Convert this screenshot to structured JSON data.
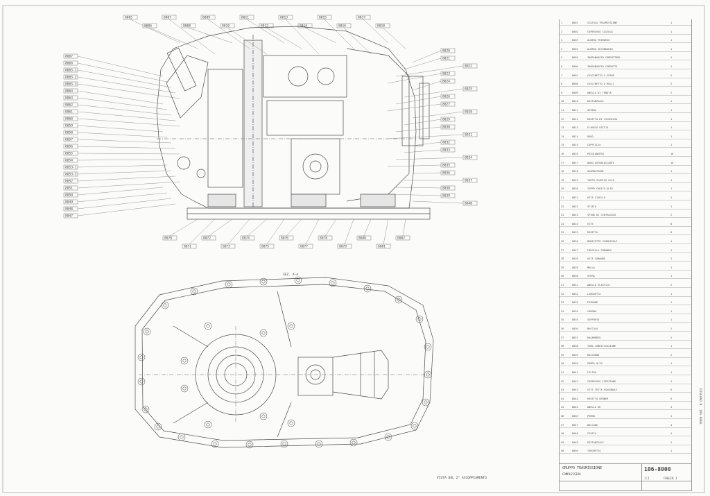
{
  "callouts_left": [
    "8067",
    "8066",
    "8065-1",
    "8065-2",
    "8065-3",
    "8064",
    "8063",
    "8062",
    "8061",
    "8060",
    "8059",
    "8058",
    "8057",
    "8056",
    "8055",
    "8054",
    "8053-1",
    "8053-2",
    "8052",
    "8051",
    "8050",
    "8049",
    "8048",
    "8047"
  ],
  "callouts_top": [
    "8005",
    "8006",
    "8007",
    "8008",
    "8009",
    "8010",
    "8011",
    "8012",
    "8013",
    "8014",
    "8015",
    "8016",
    "8017",
    "8018"
  ],
  "callouts_right": [
    "8020",
    "8021",
    "8022",
    "8023",
    "8024",
    "8025",
    "8026",
    "8027",
    "8028",
    "8029",
    "8030",
    "8031",
    "8032",
    "8033",
    "8034",
    "8035",
    "8036",
    "8037",
    "8038",
    "8039",
    "8040"
  ],
  "callouts_bottom": [
    "8070",
    "8071",
    "8072",
    "8073",
    "8074",
    "8075",
    "8076",
    "8077",
    "8078",
    "8079",
    "8080",
    "8081",
    "8082"
  ],
  "view_note": "VISTA DAL 2° ACCOPPIAMENTO",
  "section_note": "SEZ. A-A",
  "parts_rows": [
    {
      "n": "1",
      "c": "8001",
      "d": "SCATOLA TRASMISSIONE",
      "q": "1"
    },
    {
      "n": "2",
      "c": "8002",
      "d": "COPERCHIO SCATOLA",
      "q": "1"
    },
    {
      "n": "3",
      "c": "8003",
      "d": "ALBERO PRIMARIO",
      "q": "1"
    },
    {
      "n": "4",
      "c": "8004",
      "d": "ALBERO SECONDARIO",
      "q": "1"
    },
    {
      "n": "5",
      "c": "8005",
      "d": "INGRANAGGIO CONDUTTORE",
      "q": "1"
    },
    {
      "n": "6",
      "c": "8006",
      "d": "INGRANAGGIO CONDOTTO",
      "q": "1"
    },
    {
      "n": "7",
      "c": "8007",
      "d": "CUSCINETTO A SFERE",
      "q": "2"
    },
    {
      "n": "8",
      "c": "8008",
      "d": "CUSCINETTO A RULLI",
      "q": "2"
    },
    {
      "n": "9",
      "c": "8009",
      "d": "ANELLO DI TENUTA",
      "q": "2"
    },
    {
      "n": "10",
      "c": "8010",
      "d": "DISTANZIALE",
      "q": "1"
    },
    {
      "n": "11",
      "c": "8011",
      "d": "GHIERA",
      "q": "1"
    },
    {
      "n": "12",
      "c": "8012",
      "d": "ROSETTA DI SICUREZZA",
      "q": "1"
    },
    {
      "n": "13",
      "c": "8013",
      "d": "FLANGIA USCITA",
      "q": "1"
    },
    {
      "n": "14",
      "c": "8014",
      "d": "DADO",
      "q": "1"
    },
    {
      "n": "15",
      "c": "8015",
      "d": "COPPIGLIA",
      "q": "1"
    },
    {
      "n": "16",
      "c": "8016",
      "d": "PRIGIONIERO",
      "q": "16"
    },
    {
      "n": "17",
      "c": "8017",
      "d": "DADO AUTOBLOCCANTE",
      "q": "16"
    },
    {
      "n": "18",
      "c": "8018",
      "d": "GUARNIZIONE",
      "q": "1"
    },
    {
      "n": "19",
      "c": "8019",
      "d": "TAPPO SCARICO OLIO",
      "q": "1"
    },
    {
      "n": "20",
      "c": "8020",
      "d": "TAPPO CARICO OLIO",
      "q": "1"
    },
    {
      "n": "21",
      "c": "8021",
      "d": "ASTA LIVELLO",
      "q": "1"
    },
    {
      "n": "22",
      "c": "8022",
      "d": "SFIATO",
      "q": "1"
    },
    {
      "n": "23",
      "c": "8023",
      "d": "SPINA DI CENTRAGGIO",
      "q": "2"
    },
    {
      "n": "24",
      "c": "8024",
      "d": "VITE",
      "q": "8"
    },
    {
      "n": "25",
      "c": "8025",
      "d": "ROSETTA",
      "q": "8"
    },
    {
      "n": "26",
      "c": "8026",
      "d": "MANICOTTO SCORREVOLE",
      "q": "1"
    },
    {
      "n": "27",
      "c": "8027",
      "d": "FORCELLA COMANDO",
      "q": "1"
    },
    {
      "n": "28",
      "c": "8028",
      "d": "ASTA COMANDO",
      "q": "1"
    },
    {
      "n": "29",
      "c": "8029",
      "d": "MOLLA",
      "q": "1"
    },
    {
      "n": "30",
      "c": "8030",
      "d": "SFERA",
      "q": "1"
    },
    {
      "n": "31",
      "c": "8031",
      "d": "ANELLO ELASTICO",
      "q": "2"
    },
    {
      "n": "32",
      "c": "8032",
      "d": "LINGUETTA",
      "q": "1"
    },
    {
      "n": "33",
      "c": "8033",
      "d": "PIGNONE",
      "q": "1"
    },
    {
      "n": "34",
      "c": "8034",
      "d": "CORONA",
      "q": "1"
    },
    {
      "n": "35",
      "c": "8035",
      "d": "SUPPORTO",
      "q": "1"
    },
    {
      "n": "36",
      "c": "8036",
      "d": "BOCCOLA",
      "q": "2"
    },
    {
      "n": "37",
      "c": "8037",
      "d": "RASAMENTO",
      "q": "2"
    },
    {
      "n": "38",
      "c": "8038",
      "d": "TUBO LUBRIFICAZIONE",
      "q": "1"
    },
    {
      "n": "39",
      "c": "8039",
      "d": "RACCORDO",
      "q": "2"
    },
    {
      "n": "40",
      "c": "8040",
      "d": "POMPA OLIO",
      "q": "1"
    },
    {
      "n": "41",
      "c": "8041",
      "d": "FILTRO",
      "q": "1"
    },
    {
      "n": "42",
      "c": "8042",
      "d": "COPERCHIO ISPEZIONE",
      "q": "1"
    },
    {
      "n": "43",
      "c": "8043",
      "d": "VITE TESTA ESAGONALE",
      "q": "6"
    },
    {
      "n": "44",
      "c": "8044",
      "d": "ROSETTA GROWER",
      "q": "6"
    },
    {
      "n": "45",
      "c": "8045",
      "d": "ANELLO OR",
      "q": "3"
    },
    {
      "n": "46",
      "c": "8046",
      "d": "PERNO",
      "q": "1"
    },
    {
      "n": "47",
      "c": "8047",
      "d": "BULLONE",
      "q": "4"
    },
    {
      "n": "48",
      "c": "8048",
      "d": "STAFFA",
      "q": "1"
    },
    {
      "n": "49",
      "c": "8049",
      "d": "DISTANZIALE",
      "q": "2"
    },
    {
      "n": "50",
      "c": "8050",
      "d": "TARGHETTA",
      "q": "1"
    }
  ],
  "title_block": {
    "title": "GRUPPO TRASMISSIONE",
    "subtitle": "COMPLESSIVO",
    "drawing_no": "106-8000",
    "scale": "1:2",
    "sheet": "FOGLIO 1"
  },
  "margin_text": "DISEGNO N. 106-8000"
}
